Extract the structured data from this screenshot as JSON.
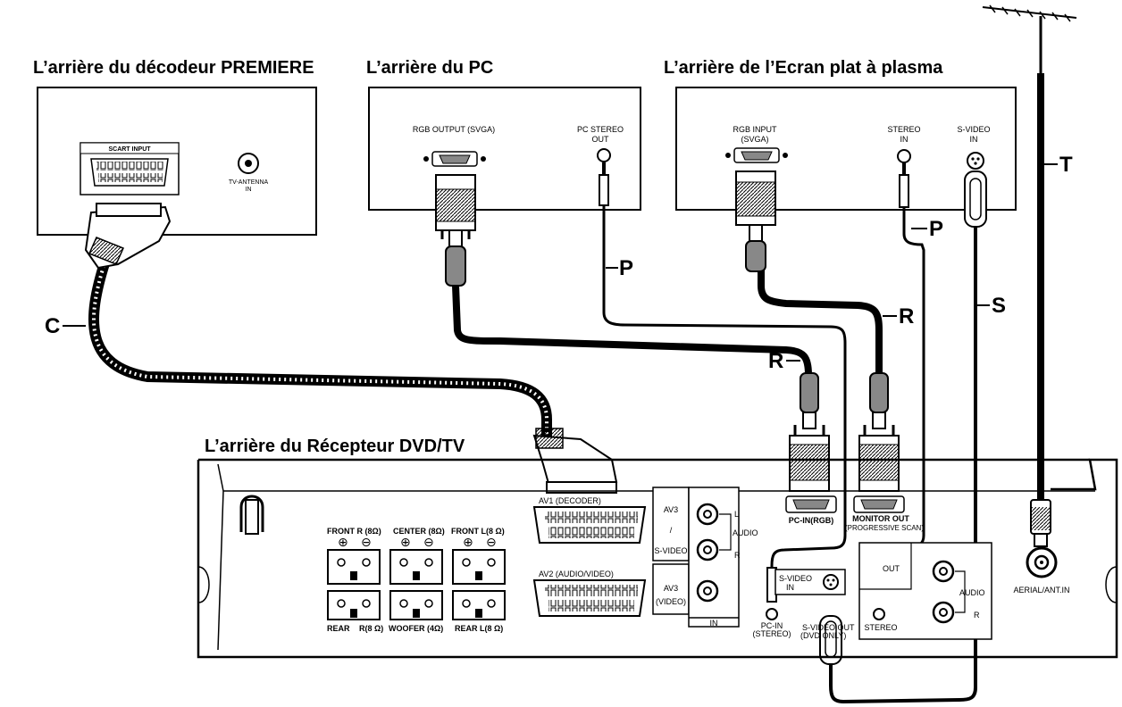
{
  "titles": {
    "decoder": "L’arrière du décodeur PREMIERE",
    "pc": "L’arrière du PC",
    "plasma": "L’arrière de l’Ecran plat à plasma",
    "receiver": "L’arrière du Récepteur DVD/TV"
  },
  "decoder": {
    "scart_input": "SCART INPUT",
    "antenna_line1": "TV-ANTENNA",
    "antenna_line2": "IN"
  },
  "pc": {
    "rgb_output": "RGB OUTPUT (SVGA)",
    "stereo_line1": "PC STEREO",
    "stereo_line2": "OUT"
  },
  "plasma": {
    "rgb_input_line1": "RGB INPUT",
    "rgb_input_line2": "(SVGA)",
    "stereo_line1": "STEREO",
    "stereo_line2": "IN",
    "svideo_line1": "S-VIDEO",
    "svideo_line2": "IN"
  },
  "cables": {
    "c": "C",
    "p": "P",
    "r": "R",
    "s": "S",
    "t": "T"
  },
  "receiver": {
    "front_r": "FRONT R (8Ω)",
    "center": "CENTER (8Ω)",
    "front_l": "FRONT L(8 Ω)",
    "rear": "REAR",
    "rear_r": "R(8 Ω)",
    "woofer": "WOOFER (4Ω)",
    "rear_l": "REAR L(8 Ω)",
    "av1": "AV1 (DECODER)",
    "av2": "AV2 (AUDIO/VIDEO)",
    "av3_top": "AV3",
    "av3_slash": "/",
    "av3_svideo": "S-VIDEO",
    "av3_bottom": "AV3",
    "av3_video": "(VIDEO)",
    "audio": "AUDIO",
    "l": "L",
    "r": "R",
    "in": "IN",
    "pc_in_rgb": "PC-IN(RGB)",
    "monitor_out": "MONITOR OUT",
    "progressive": "(PROGRESSIVE SCAN)",
    "svideo_in_line1": "S-VIDEO",
    "svideo_in_line2": "IN",
    "pc_in_stereo_line1": "PC-IN",
    "pc_in_stereo_line2": "(STEREO)",
    "svideo_out_line1": "S-VIDEO OUT",
    "svideo_out_line2": "(DVD ONLY)",
    "out": "OUT",
    "stereo": "STEREO",
    "audio_out": "AUDIO",
    "audio_out_r": "R",
    "aerial": "AERIAL/ANT.IN",
    "plus": "⊕",
    "minus": "⊖"
  }
}
